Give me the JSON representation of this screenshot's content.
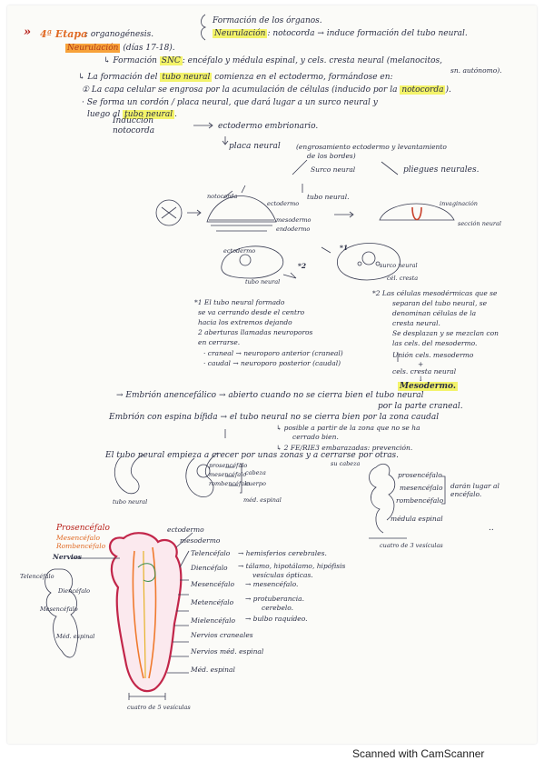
{
  "header": {
    "arrows": "»",
    "stage": "4ª Etapa",
    "stage_rest": ": organogénesis.",
    "brace_top": "Formación de los órganos.",
    "brace_bottom_hl": "Neurulación",
    "brace_bottom_rest": ": notocorda → induce formación del tubo neural."
  },
  "neurulation": {
    "title": "Neurulación",
    "days": "(días 17-18).",
    "snc_prefix": "↳ Formación",
    "snc": "SNC",
    "snc_rest": ": encéfalo y médula espinal, y cels. cresta neural (melanocitos,",
    "snc_rest2": "sn. autónomo).",
    "tube_line1_a": "↳ La formación del",
    "tube_line1_b": "tubo neural",
    "tube_line1_c": "comienza en el ectodermo, formándose en:",
    "tube_line2_a": "① La capa celular se engrosa por la acumulación de células (inducido por la",
    "tube_line2_b": "notocorda",
    "tube_line2_c": ").",
    "tube_line3": "· Se forma un cordón / placa neural, que dará lugar a un surco neural y",
    "tube_line4_a": "luego al",
    "tube_line4_b": "tubo neural",
    "tube_line4_c": "."
  },
  "flow": {
    "induction": "Inducción",
    "notocorda": "notocorda",
    "ectoderm": "ectodermo embrionario.",
    "plate": "placa neural",
    "plate_note": "(engrosamiento ectodermo y levantamiento",
    "plate_note2": "de los bordes)",
    "groove": "Surco neural",
    "folds": "pliegues neurales.",
    "tube": "tubo neural."
  },
  "diagram_labels": {
    "notocorda": "notocorda",
    "ectodermo": "ectodermo",
    "mesodermo": "mesodermo",
    "endodermo": "endodermo",
    "ectodermo2": "ectodermo",
    "surco": "surco neural",
    "cresta": "cél. cresta",
    "tubo": "tubo neural",
    "invaginacion": "invaginación",
    "seccion": "sección neural",
    "star1": "*1",
    "star2": "*2"
  },
  "notes": {
    "left1": "*1 El tubo neural formado",
    "left2": "se va cerrando desde el centro",
    "left3": "hacia los extremos dejando",
    "left4": "2 aberturas llamadas neuroporos",
    "left5": "en cerrarse.",
    "left6": "· craneal → neuroporo anterior (craneal)",
    "left7": "· caudal → neuroporo posterior (caudal)",
    "right1": "*2 Las células mesodérmicas que se",
    "right2": "separan del tubo neural, se",
    "right3": "denominan células de la",
    "right4": "cresta neural.",
    "right5": "Se desplazan y se mezclan con",
    "right6": "las cels. del mesodermo.",
    "right7": "Unión cels. mesodermo",
    "right8": "+",
    "right9": "cels. cresta neural",
    "right10": "↓",
    "right11": "Mesodermo."
  },
  "anomalies": {
    "a1": "→ Embrión anencefálico → abierto cuando no se cierra bien el tubo neural",
    "a2": "por la parte craneal.",
    "b1": "Embrión con espina bífida → el tubo neural no se cierra bien por la zona caudal",
    "b2": "↳ posible a partir de la zona que no se ha",
    "b3": "cerrado bien.",
    "b4": "↳ 2 FE/RIE3 embarazadas: prevención."
  },
  "growth": {
    "line": "El tubo neural empieza a crecer por unas zonas y a cerrarse por otras.",
    "embryo_label": "tubo neural",
    "l1": "prosencéfalo",
    "l2": "mesencéfalo",
    "l3": "rombencéfalo",
    "bracket1": "cabeza",
    "bracket2": "cuerpo",
    "l4": "méd. espinal",
    "su": "su cabeza",
    "r1": "prosencéfalo",
    "r2": "mesencéfalo",
    "r3": "rombencéfalo",
    "r_brace": "darán lugar al encéfalo.",
    "r4": "médula espinal",
    "r_bottom": "cuatro de 3 vesículas",
    "dots": ".."
  },
  "final": {
    "pros": "Prosencéfalo",
    "mes": "Mesencéfalo",
    "romb": "Rombencéfalo",
    "ectodermo": "ectodermo",
    "mesodermo": "mesodermo",
    "nervios": "Nervios",
    "rows": [
      {
        "a": "Telencéfalo",
        "b": "→ hemisferios cerebrales."
      },
      {
        "a": "Diencéfalo",
        "b": "→ tálamo, hipotálamo, hipófisis"
      },
      {
        "a": "",
        "b": "vesículas ópticas."
      },
      {
        "a": "Mesencéfalo",
        "b": "→ mesencéfalo."
      },
      {
        "a": "Metencéfalo",
        "b": "→ protuberancia."
      },
      {
        "a": "",
        "b": "cerebelo."
      },
      {
        "a": "Mielencéfalo",
        "b": "→ bulbo raquídeo."
      },
      {
        "a": "Nervios craneales",
        "b": ""
      },
      {
        "a": "Nervios méd. espinal",
        "b": ""
      },
      {
        "a": "Méd. espinal",
        "b": ""
      }
    ],
    "small_tel": "Telencéfalo",
    "small_dien": "Diencéfalo",
    "small_mes": "Mesencéfalo",
    "small_med": "Méd. espinal",
    "bottom": "cuatro de 5 vesículas"
  },
  "footer": {
    "scanner": "Scanned with CamScanner"
  }
}
